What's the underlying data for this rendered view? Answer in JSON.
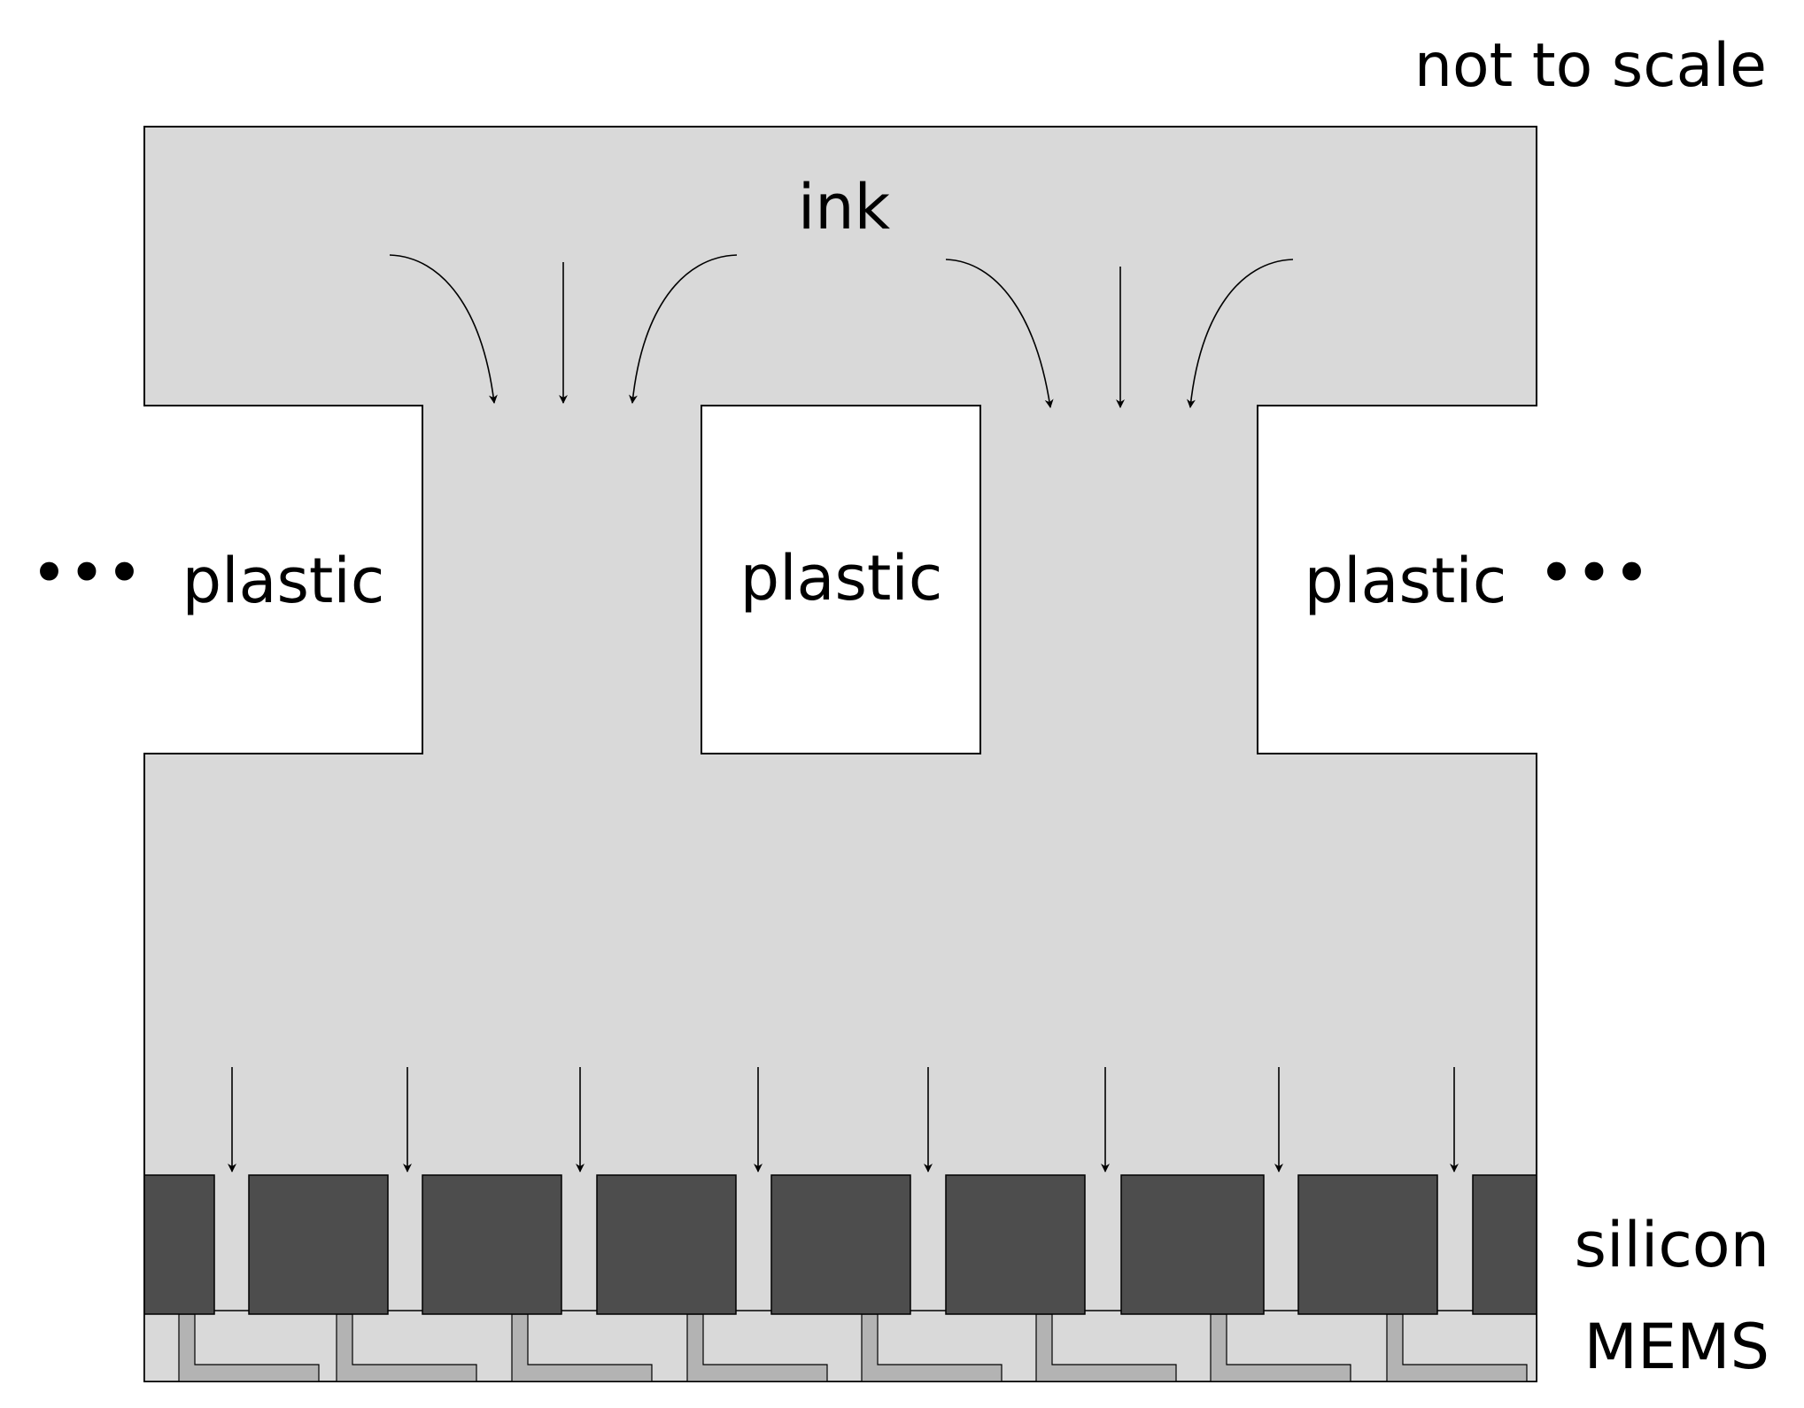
{
  "labels": {
    "scale_note": "not to scale",
    "ink": "ink",
    "plastic_left": "plastic",
    "plastic_center": "plastic",
    "plastic_right": "plastic",
    "silicon": "silicon",
    "mems": "MEMS",
    "ellipsis_left": "•••",
    "ellipsis_right": "•••"
  },
  "colors": {
    "ink_fill": "#d9d9d9",
    "plastic_fill": "#ffffff",
    "silicon_fill": "#4d4d4d",
    "channel_fill": "#b3b3b3",
    "outline": "#000000"
  }
}
